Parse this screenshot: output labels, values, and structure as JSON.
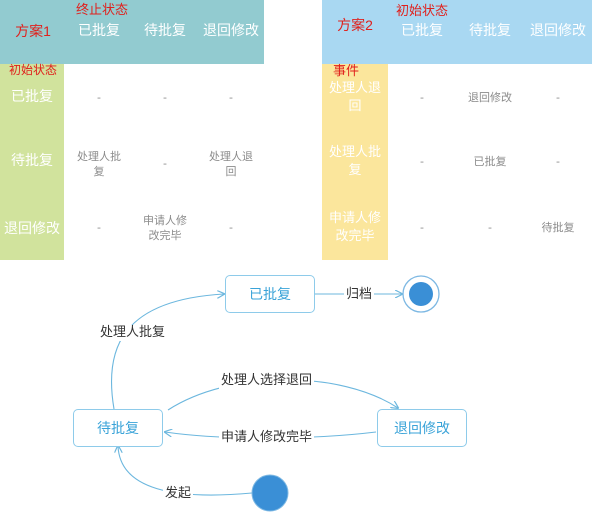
{
  "plan1": {
    "title": "方案1",
    "col_group_label": "终止状态",
    "row_group_label": "初始状态",
    "columns": [
      "已批复",
      "待批复",
      "退回修改"
    ],
    "rows": [
      {
        "label": "已批复",
        "cells": [
          "-",
          "-",
          "-"
        ]
      },
      {
        "label": "待批复",
        "cells": [
          "处理人批复",
          "-",
          "处理人退回"
        ]
      },
      {
        "label": "退回修改",
        "cells": [
          "-",
          "申请人修改完毕",
          "-"
        ]
      }
    ]
  },
  "plan2": {
    "title": "方案2",
    "col_group_label": "初始状态",
    "row_group_label": "事件",
    "columns": [
      "已批复",
      "待批复",
      "退回修改"
    ],
    "rows": [
      {
        "label": "处理人退回",
        "cells": [
          "-",
          "退回修改",
          "-"
        ]
      },
      {
        "label": "处理人批复",
        "cells": [
          "-",
          "已批复",
          "-"
        ]
      },
      {
        "label": "申请人修改完毕",
        "cells": [
          "-",
          "-",
          "待批复"
        ]
      }
    ]
  },
  "diagram": {
    "states": {
      "approved": "已批复",
      "pending": "待批复",
      "returned": "退回修改"
    },
    "transitions": {
      "approve": "处理人批复",
      "archive": "归档",
      "select_return": "处理人选择退回",
      "modify_done": "申请人修改完毕",
      "initiate": "发起"
    },
    "colors": {
      "node_border": "#8ecbea",
      "node_text": "#3aa3d8",
      "terminal_fill": "#3a8fd6",
      "edge": "#6cb7de"
    }
  }
}
